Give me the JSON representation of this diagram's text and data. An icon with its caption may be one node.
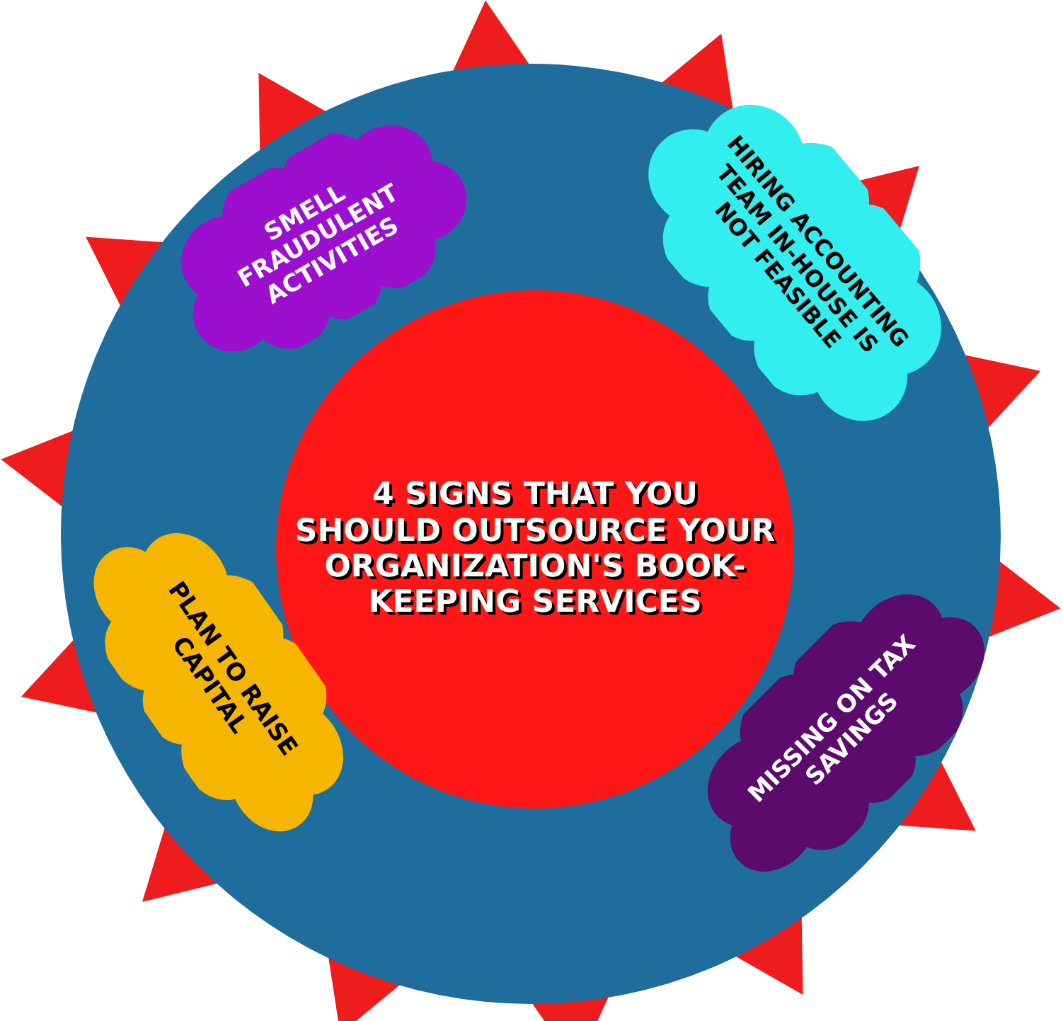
{
  "diagram": {
    "nodes": [
      {
        "text": [],
        "shape": "circle"
      },
      {
        "text": [
          "SMELL FRAUDULENT ACTIVITIES"
        ],
        "in": 0
      },
      {
        "text": [
          "HIRING ACCOUNTING TEAM IN-HOUSE IS NOT FEASIBLE"
        ],
        "in": 0
      },
      {
        "text": [
          "4 SIGNS THAT YOU SHOULD OUTSOURCE YOUR ORGANIZATION'S BOOK-KEEPING SERVICES"
        ],
        "in": 0
      },
      {
        "text": [
          "PLAN TO RAISE CAPITAL"
        ],
        "in": 0
      },
      {
        "text": [
          "MISSING ON TAX SAVINGS"
        ],
        "in": 0
      }
    ],
    "edges": []
  }
}
